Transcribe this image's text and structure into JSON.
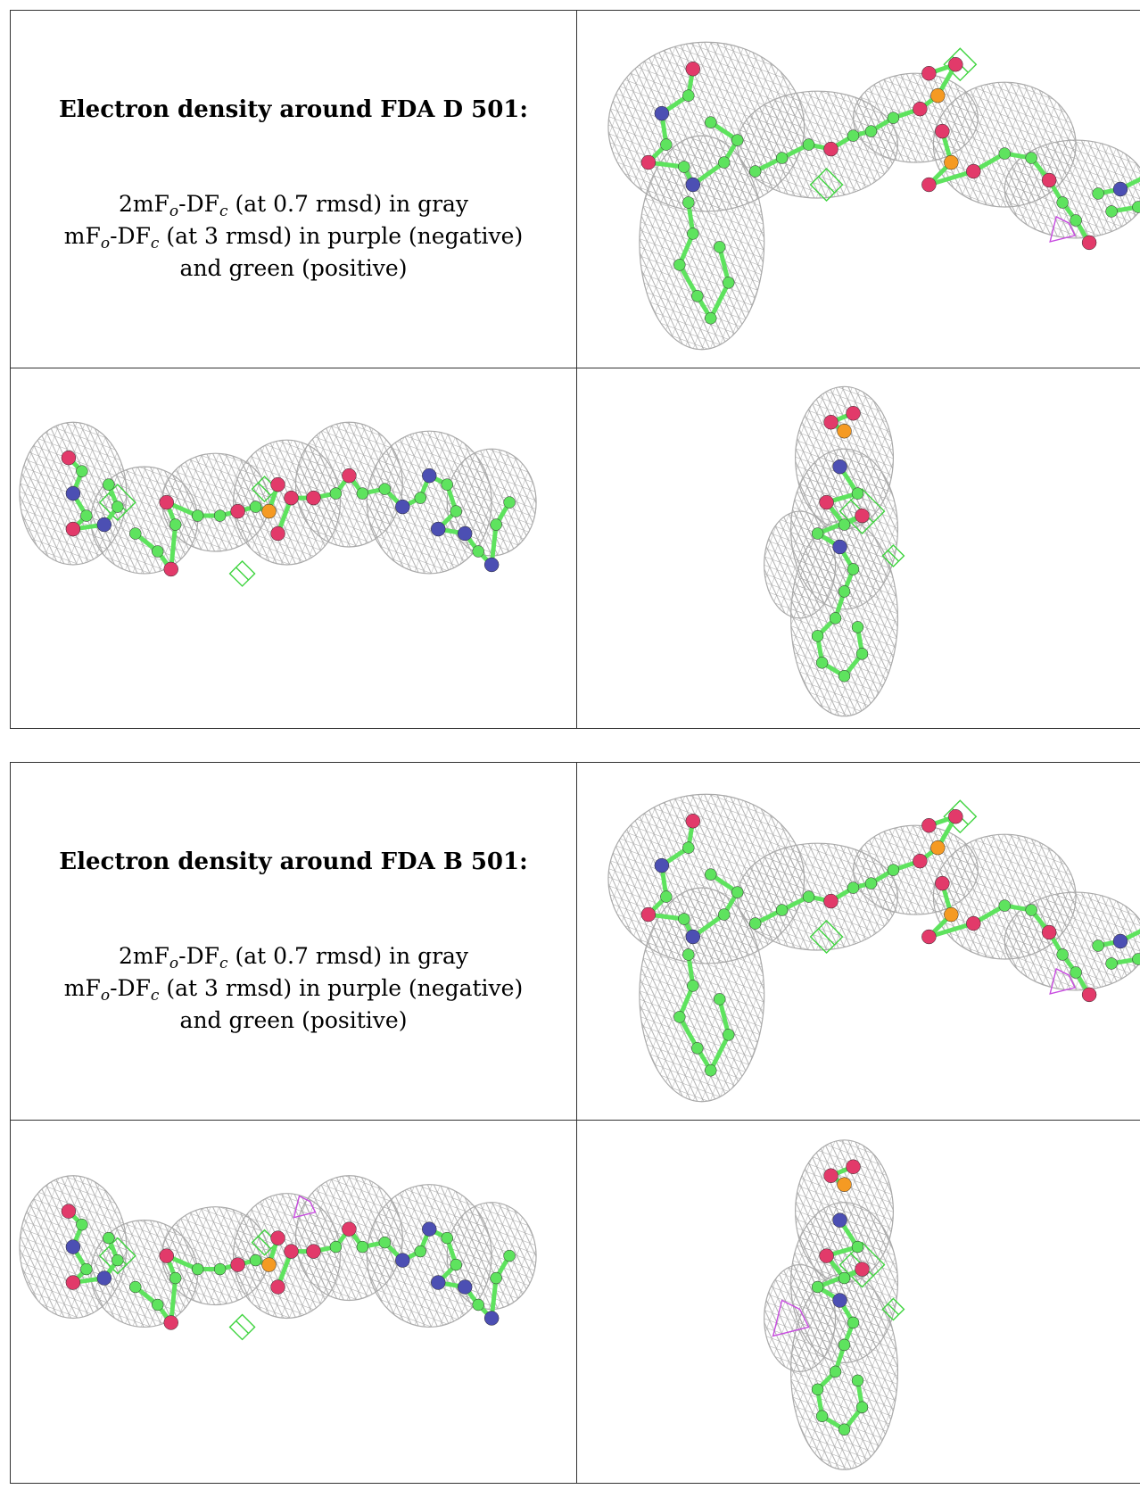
{
  "panels": [
    {
      "title": "Electron density around FDA D 501:",
      "legend_gray": {
        "prefix": "2mF",
        "sub_o": "o",
        "mid": "-DF",
        "sub_c": "c",
        "suffix": " (at 0.7 rmsd) in gray"
      },
      "legend_purple": {
        "prefix": "mF",
        "sub_o": "o",
        "mid": "-DF",
        "sub_c": "c",
        "suffix": " (at 3 rmsd) in purple (negative)"
      },
      "legend_green": "and green (positive)"
    },
    {
      "title": "Electron density around FDA B 501:",
      "legend_gray": {
        "prefix": "2mF",
        "sub_o": "o",
        "mid": "-DF",
        "sub_c": "c",
        "suffix": " (at 0.7 rmsd) in gray"
      },
      "legend_purple": {
        "prefix": "mF",
        "sub_o": "o",
        "mid": "-DF",
        "sub_c": "c",
        "suffix": " (at 3 rmsd) in purple (negative)"
      },
      "legend_green": "and green (positive)"
    }
  ],
  "colors": {
    "mesh_gray": "#a9a9a9",
    "carbon_green": "#5ee35e",
    "oxygen_red": "#e23a6a",
    "nitrogen_blue": "#4c4fb3",
    "phosphorus_orange": "#f59a23",
    "positive_green": "#3fd43f",
    "negative_purple": "#c84be0"
  }
}
